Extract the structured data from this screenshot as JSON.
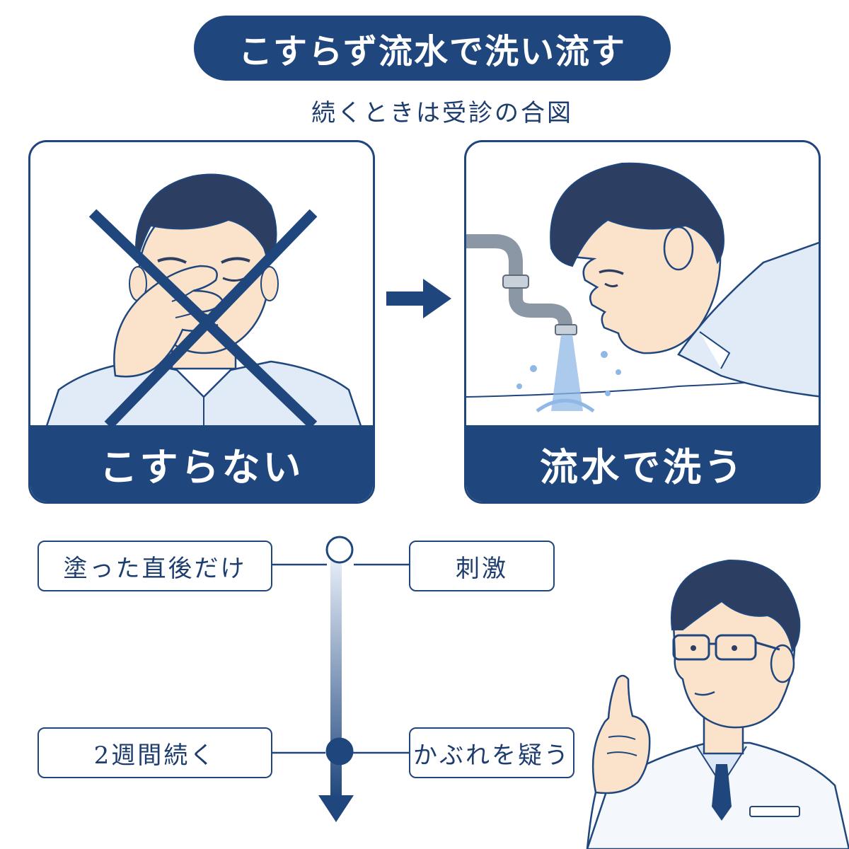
{
  "title": "こすらず流水で洗い流す",
  "subtitle": "続くときは受診の合図",
  "panels": [
    {
      "label": "こすらない"
    },
    {
      "label": "流水で洗う"
    }
  ],
  "timeline": {
    "top_left": "塗った直後だけ",
    "top_right": "刺激",
    "bottom_left": "2週間続く",
    "bottom_right": "かぶれを疑う"
  },
  "colors": {
    "navy": "#1f467d",
    "skin": "#fbe3cb",
    "hair": "#2c3f63",
    "shirt": "#e1ebf8",
    "water": "#8fb8e6"
  },
  "icons": [
    "cross-mark-icon",
    "right-arrow-icon",
    "down-arrow-icon",
    "faucet-icon"
  ]
}
